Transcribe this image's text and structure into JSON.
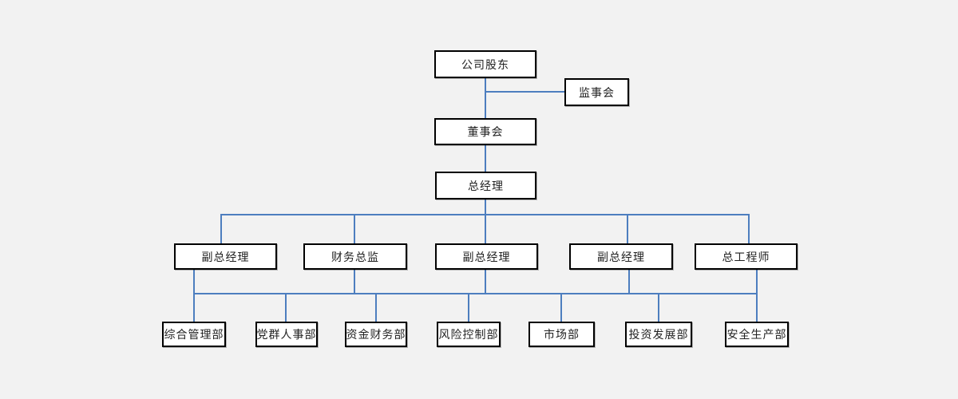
{
  "diagram": {
    "type": "org-chart",
    "colors": {
      "background": "#f2f2f2",
      "box_fill": "#ffffff",
      "box_border": "#000000",
      "connector": "#4d7ebf"
    },
    "nodes": {
      "shareholders": "公司股东",
      "supervisory_board": "监事会",
      "board_of_directors": "董事会",
      "general_manager": "总经理",
      "deputy_gm_1": "副总经理",
      "finance_director": "财务总监",
      "deputy_gm_2": "副总经理",
      "deputy_gm_3": "副总经理",
      "chief_engineer": "总工程师",
      "dept_general_admin": "综合管理部",
      "dept_party_hr": "党群人事部",
      "dept_treasury_finance": "资金财务部",
      "dept_risk_control": "风险控制部",
      "dept_market": "市场部",
      "dept_investment_dev": "投资发展部",
      "dept_safety_production": "安全生产部"
    },
    "edges": [
      {
        "from": "shareholders",
        "to": "supervisory_board",
        "style": "side-branch"
      },
      {
        "from": "shareholders",
        "to": "board_of_directors"
      },
      {
        "from": "board_of_directors",
        "to": "general_manager"
      },
      {
        "from": "general_manager",
        "to": "deputy_gm_1"
      },
      {
        "from": "general_manager",
        "to": "finance_director"
      },
      {
        "from": "general_manager",
        "to": "deputy_gm_2"
      },
      {
        "from": "general_manager",
        "to": "deputy_gm_3"
      },
      {
        "from": "general_manager",
        "to": "chief_engineer"
      },
      {
        "from": "management-level-shared-bus",
        "to": "dept_general_admin"
      },
      {
        "from": "management-level-shared-bus",
        "to": "dept_party_hr"
      },
      {
        "from": "management-level-shared-bus",
        "to": "dept_treasury_finance"
      },
      {
        "from": "management-level-shared-bus",
        "to": "dept_risk_control"
      },
      {
        "from": "management-level-shared-bus",
        "to": "dept_market"
      },
      {
        "from": "management-level-shared-bus",
        "to": "dept_investment_dev"
      },
      {
        "from": "management-level-shared-bus",
        "to": "dept_safety_production"
      }
    ],
    "shared_bus_parents": [
      "deputy_gm_1",
      "finance_director",
      "deputy_gm_2",
      "deputy_gm_3",
      "chief_engineer"
    ]
  }
}
